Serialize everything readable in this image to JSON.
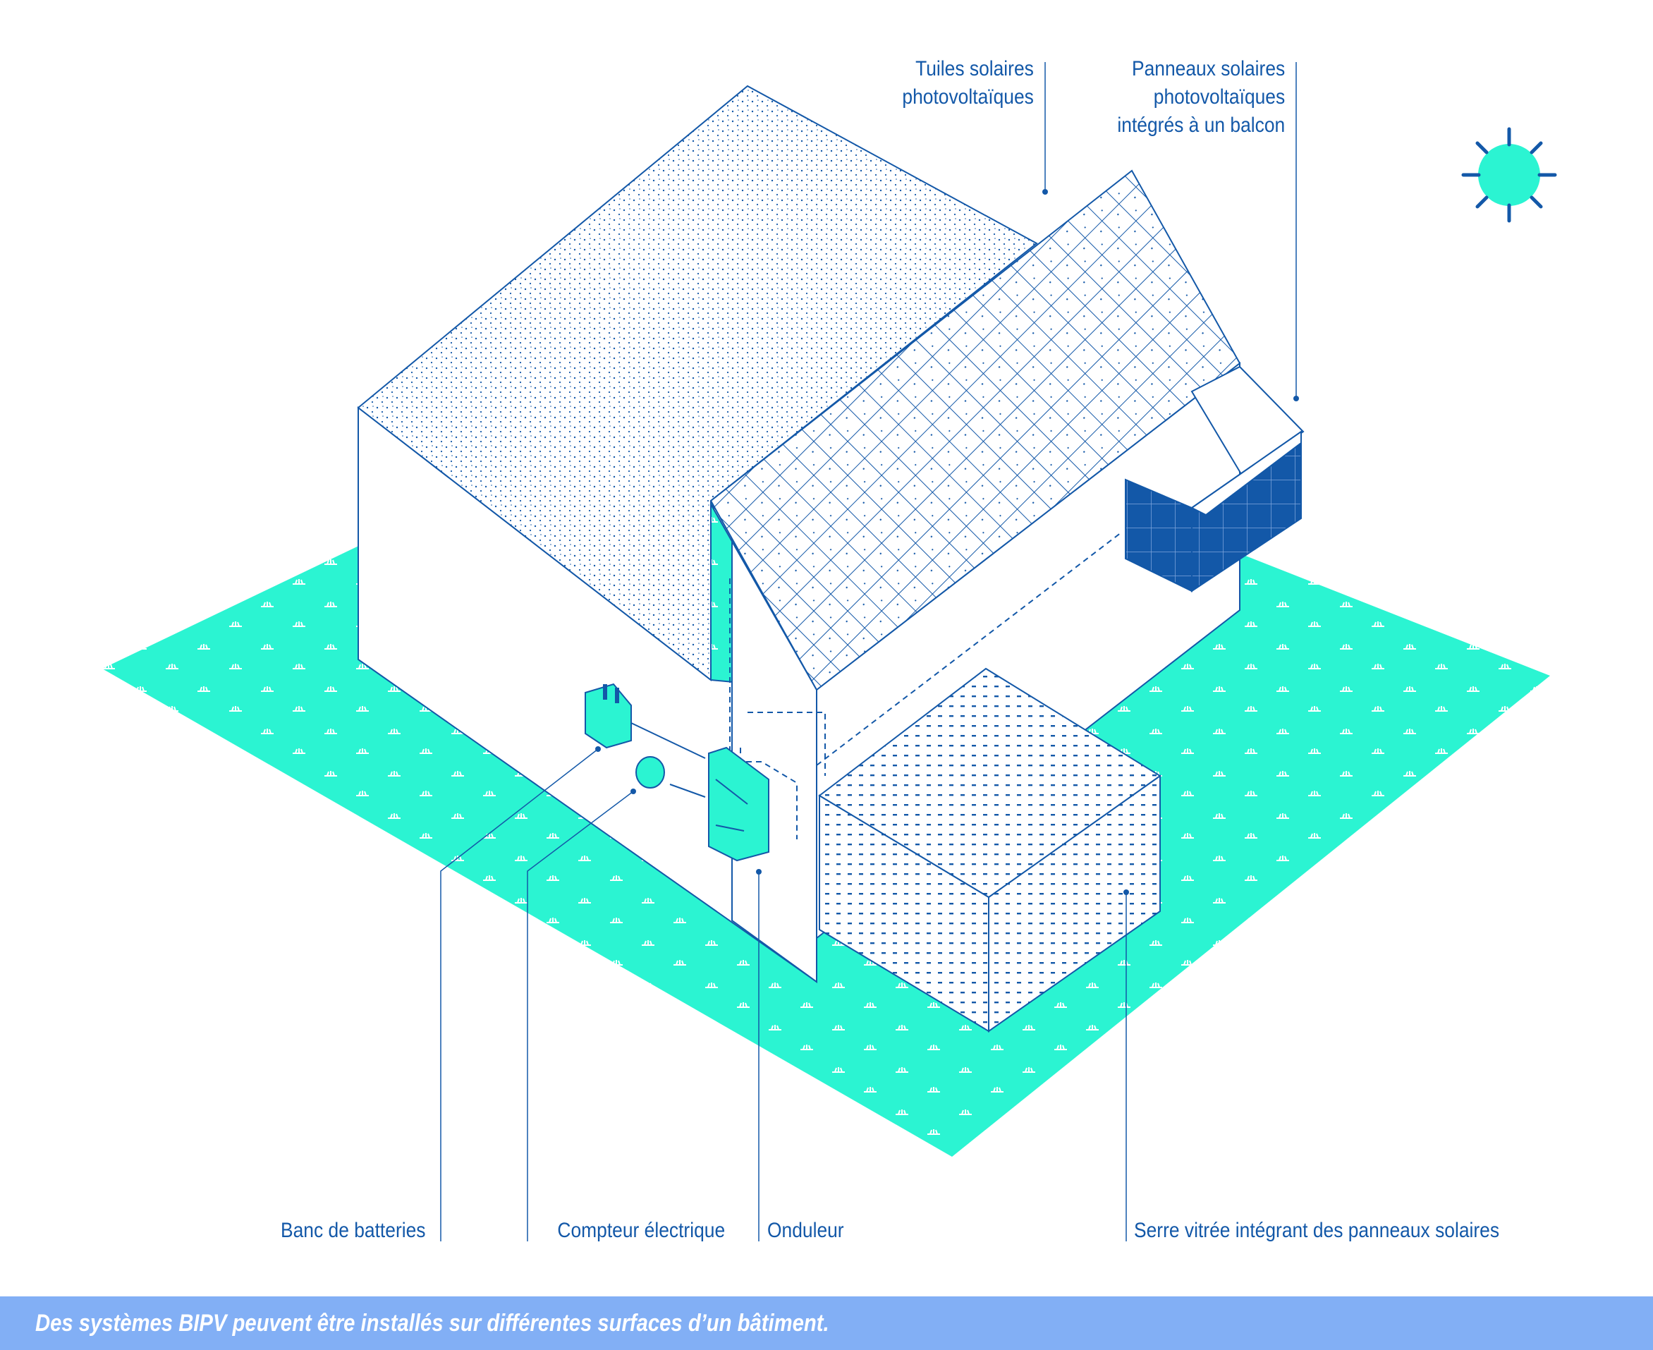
{
  "colors": {
    "ink": "#1358a8",
    "lawn": "#2bf4d2",
    "balcony_panels": "#1358a8",
    "caption_bar": "#82aff5",
    "caption_text": "#ffffff"
  },
  "labels": {
    "solar_tiles": [
      "Tuiles solaires",
      "photovoltaïques"
    ],
    "balcony_panels": [
      "Panneaux solaires",
      "photovoltaïques",
      "intégrés à un balcon"
    ],
    "battery_bank": "Banc de batteries",
    "electric_meter": "Compteur électrique",
    "inverter": "Onduleur",
    "greenhouse": "Serre vitrée intégrant des panneaux solaires"
  },
  "caption": "Des systèmes BIPV peuvent être installés sur différentes surfaces d’un bâtiment.",
  "icons": {
    "sun": "sun-icon"
  }
}
